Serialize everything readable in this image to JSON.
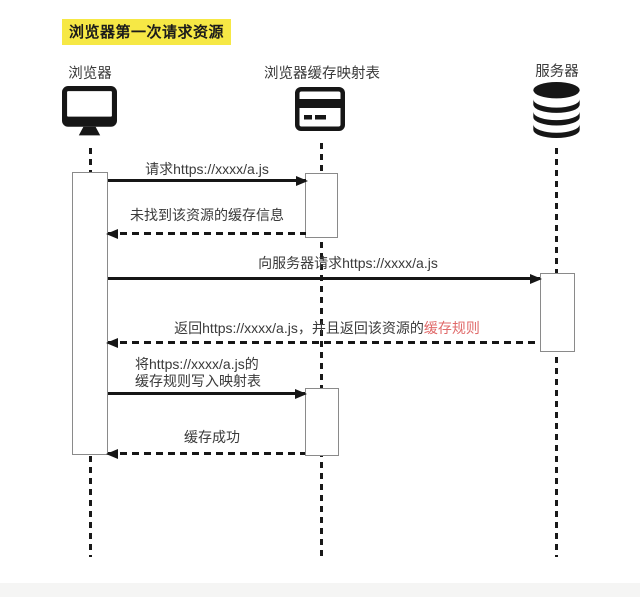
{
  "title": "浏览器第一次请求资源",
  "colors": {
    "title_highlight": "#f6e845",
    "accent_red": "#e06a6a",
    "line_black": "#161616",
    "text_gray": "#3a3a3a"
  },
  "actors": [
    {
      "name": "浏览器",
      "icon": "monitor-icon"
    },
    {
      "name": "浏览器缓存映射表",
      "icon": "cache-table-icon"
    },
    {
      "name": "服务器",
      "icon": "database-icon"
    }
  ],
  "messages": [
    {
      "text": "请求https://xxxx/a.js",
      "style": "solid",
      "direction": "right",
      "from": "浏览器",
      "to": "浏览器缓存映射表"
    },
    {
      "text": "未找到该资源的缓存信息",
      "style": "dashed",
      "direction": "left",
      "from": "浏览器缓存映射表",
      "to": "浏览器"
    },
    {
      "text": "向服务器请求https://xxxx/a.js",
      "style": "solid",
      "direction": "right",
      "from": "浏览器",
      "to": "服务器"
    },
    {
      "text_black": "返回https://xxxx/a.js，并且返回该资源的",
      "text_red": "缓存规则",
      "style": "dashed",
      "direction": "left",
      "from": "服务器",
      "to": "浏览器"
    },
    {
      "text": "将https://xxxx/a.js的\n缓存规则写入映射表",
      "style": "solid",
      "direction": "right",
      "from": "浏览器",
      "to": "浏览器缓存映射表"
    },
    {
      "text": "缓存成功",
      "style": "dashed",
      "direction": "left",
      "from": "浏览器缓存映射表",
      "to": "浏览器"
    }
  ]
}
